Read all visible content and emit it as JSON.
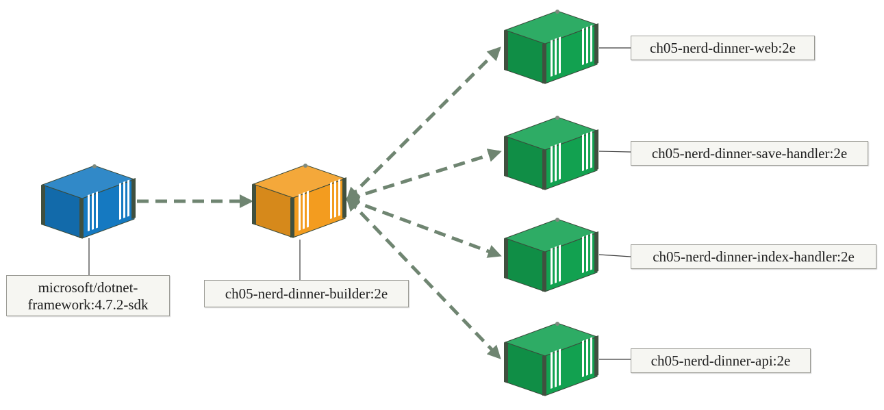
{
  "diagram": {
    "images": {
      "base": {
        "line1": "microsoft/dotnet-",
        "line2": "framework:4.7.2-sdk",
        "color": "#1579c1"
      },
      "builder": {
        "label": "ch05-nerd-dinner-builder:2e",
        "color": "#f39c1f"
      },
      "web": {
        "label": "ch05-nerd-dinner-web:2e",
        "color": "#12a150"
      },
      "save_handler": {
        "label": "ch05-nerd-dinner-save-handler:2e",
        "color": "#12a150"
      },
      "index_handler": {
        "label": "ch05-nerd-dinner-index-handler:2e",
        "color": "#12a150"
      },
      "api": {
        "label": "ch05-nerd-dinner-api:2e",
        "color": "#12a150"
      }
    },
    "arrows": [
      {
        "from": "base",
        "to": "builder"
      },
      {
        "from": "builder",
        "to": "web"
      },
      {
        "from": "builder",
        "to": "save_handler"
      },
      {
        "from": "builder",
        "to": "index_handler"
      },
      {
        "from": "builder",
        "to": "api"
      }
    ],
    "arrow_color": "#6f8571",
    "connector_color": "#3a3a3a"
  }
}
